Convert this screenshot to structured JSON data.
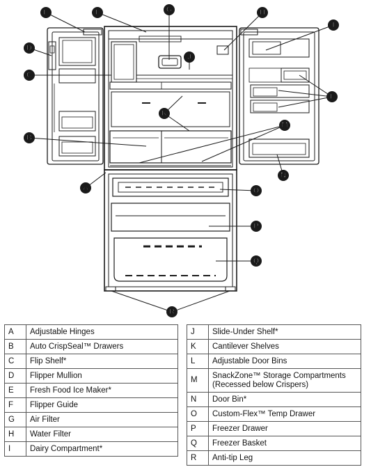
{
  "callouts": {
    "A": "A",
    "B": "B",
    "C": "C",
    "D": "D",
    "E": "E",
    "F": "F",
    "G": "G",
    "H": "H",
    "I": "I",
    "J": "J",
    "K": "K",
    "L": "L",
    "M": "M",
    "N": "N",
    "O": "O",
    "P": "P",
    "Q": "Q",
    "R": "R"
  },
  "legend_left": [
    {
      "key": "A",
      "label": "Adjustable Hinges"
    },
    {
      "key": "B",
      "label": "Auto CrispSeal™ Drawers"
    },
    {
      "key": "C",
      "label": "Flip Shelf*"
    },
    {
      "key": "D",
      "label": "Flipper Mullion"
    },
    {
      "key": "E",
      "label": "Fresh Food Ice Maker*"
    },
    {
      "key": "F",
      "label": "Flipper Guide"
    },
    {
      "key": "G",
      "label": "Air Filter"
    },
    {
      "key": "H",
      "label": "Water Filter"
    },
    {
      "key": "I",
      "label": "Dairy Compartment*"
    }
  ],
  "legend_right": [
    {
      "key": "J",
      "label": "Slide-Under Shelf*"
    },
    {
      "key": "K",
      "label": "Cantilever Shelves"
    },
    {
      "key": "L",
      "label": "Adjustable Door Bins"
    },
    {
      "key": "M",
      "label": "SnackZone™ Storage Compartments",
      "label2": "(Recessed below Crispers)"
    },
    {
      "key": "N",
      "label": "Door Bin*"
    },
    {
      "key": "O",
      "label": "Custom-Flex™ Temp Drawer"
    },
    {
      "key": "P",
      "label": "Freezer Drawer"
    },
    {
      "key": "Q",
      "label": "Freezer Basket"
    },
    {
      "key": "R",
      "label": "Anti-tip Leg"
    }
  ]
}
